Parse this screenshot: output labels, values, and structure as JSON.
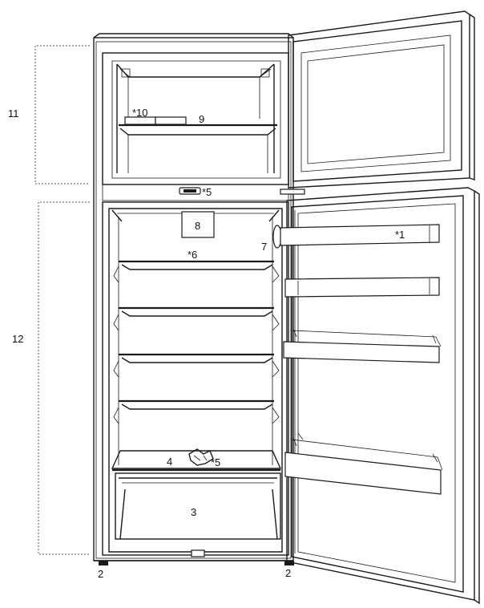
{
  "callouts": {
    "c1": "*1",
    "c2a": "2",
    "c2b": "2",
    "c3": "3",
    "c4": "4",
    "c5a": "*5",
    "c5b": "*5",
    "c6": "*6",
    "c7": "7",
    "c8": "8",
    "c9": "9",
    "c10": "*10",
    "c11": "11",
    "c12": "12"
  }
}
